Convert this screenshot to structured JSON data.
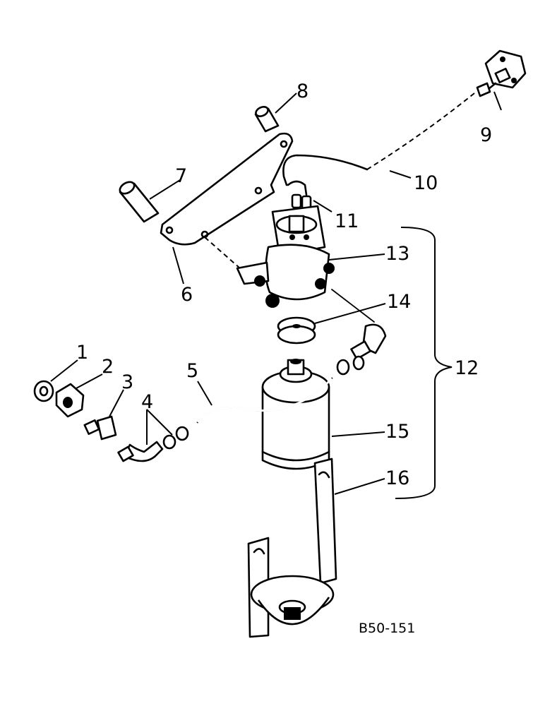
{
  "diagram": {
    "figure_code": "B50-151",
    "callouts": [
      {
        "id": "c1",
        "text": "1"
      },
      {
        "id": "c2",
        "text": "2"
      },
      {
        "id": "c3",
        "text": "3"
      },
      {
        "id": "c4",
        "text": "4"
      },
      {
        "id": "c5",
        "text": "5"
      },
      {
        "id": "c6",
        "text": "6"
      },
      {
        "id": "c7",
        "text": "7"
      },
      {
        "id": "c8",
        "text": "8"
      },
      {
        "id": "c9",
        "text": "9"
      },
      {
        "id": "c10",
        "text": "10"
      },
      {
        "id": "c11",
        "text": "11"
      },
      {
        "id": "c12",
        "text": "12"
      },
      {
        "id": "c13",
        "text": "13"
      },
      {
        "id": "c14",
        "text": "14"
      },
      {
        "id": "c15",
        "text": "15"
      },
      {
        "id": "c16",
        "text": "16"
      }
    ]
  }
}
